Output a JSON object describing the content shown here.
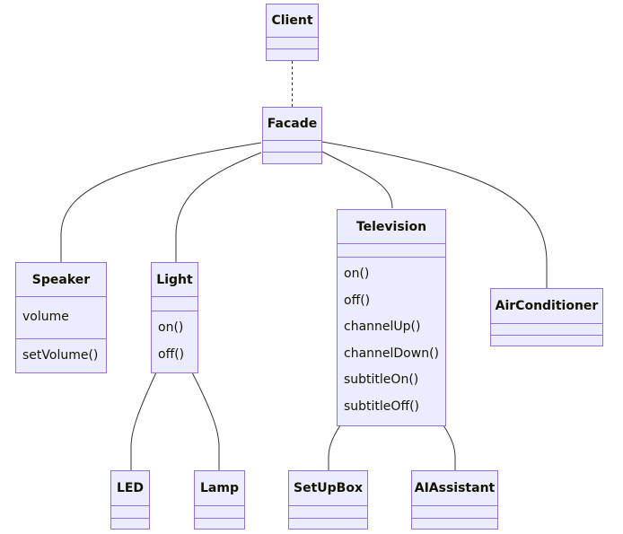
{
  "classes": {
    "client": {
      "name": "Client"
    },
    "facade": {
      "name": "Facade"
    },
    "speaker": {
      "name": "Speaker",
      "attributes": [
        "volume"
      ],
      "methods": [
        "setVolume()"
      ]
    },
    "light": {
      "name": "Light",
      "methods": [
        "on()",
        "off()"
      ]
    },
    "television": {
      "name": "Television",
      "methods": [
        "on()",
        "off()",
        "channelUp()",
        "channelDown()",
        "subtitleOn()",
        "subtitleOff()"
      ]
    },
    "airconditioner": {
      "name": "AirConditioner"
    },
    "led": {
      "name": "LED"
    },
    "lamp": {
      "name": "Lamp"
    },
    "setupbox": {
      "name": "SetUpBox"
    },
    "aiassistant": {
      "name": "AIAssistant"
    }
  },
  "colors": {
    "fill": "#ECECFF",
    "border": "#9370DB",
    "line": "#333333",
    "text": "#131300"
  }
}
